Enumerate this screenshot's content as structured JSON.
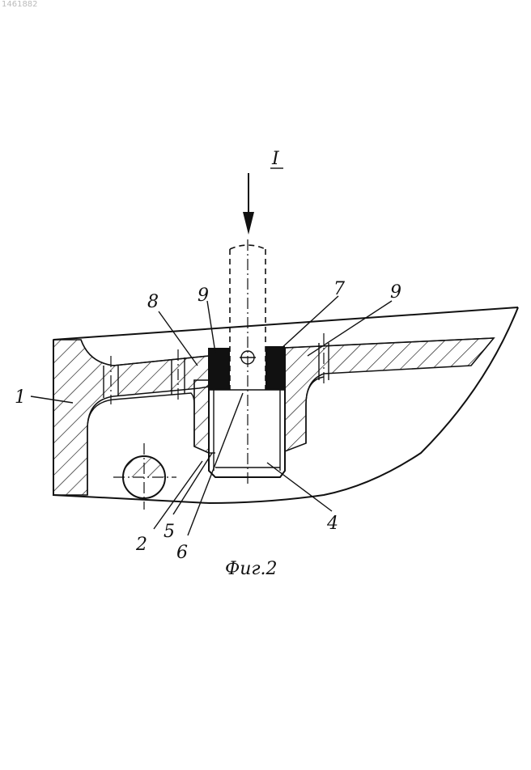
{
  "doc_number": "1461882",
  "section_mark": "I",
  "figure_caption": "Фиг.2",
  "labels": {
    "l1": "1",
    "l2": "2",
    "l4": "4",
    "l5": "5",
    "l6": "6",
    "l7": "7",
    "l8": "8",
    "l9a": "9",
    "l9b": "9"
  }
}
